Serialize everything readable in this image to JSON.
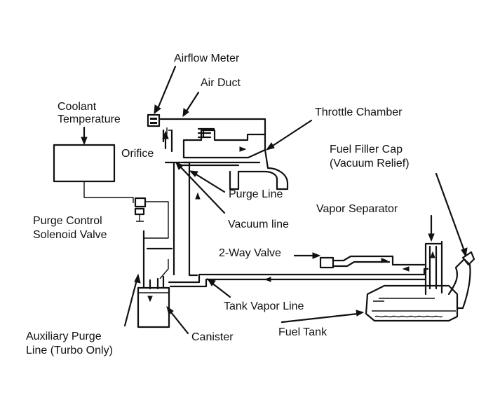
{
  "labels": {
    "airflow_meter": "Airflow Meter",
    "air_duct": "Air Duct",
    "coolant_temperature_1": "Coolant",
    "coolant_temperature_2": "Temperature",
    "throttle_chamber": "Throttle Chamber",
    "fuel_filler_cap_1": "Fuel Filler Cap",
    "fuel_filler_cap_2": "(Vacuum Relief)",
    "orifice": "Orifice",
    "purge_line": "Purge Line",
    "vapor_separator": "Vapor Separator",
    "purge_control_1": "Purge Control",
    "purge_control_2": "Solenoid Valve",
    "vacuum_line": "Vacuum line",
    "two_way_valve": "2-Way Valve",
    "tank_vapor_line": "Tank Vapor Line",
    "fuel_tank": "Fuel Tank",
    "canister": "Canister",
    "aux_purge_1": "Auxiliary Purge",
    "aux_purge_2": "Line (Turbo Only)"
  }
}
